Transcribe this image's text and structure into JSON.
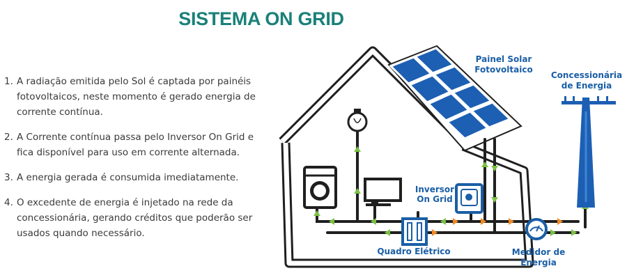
{
  "title": "SISTEMA ON GRID",
  "steps": [
    {
      "num": "1.",
      "text": "A radiação emitida pelo Sol é captada por painéis fotovoltaicos, neste momento é gerado energia de corrente contínua."
    },
    {
      "num": "2.",
      "text": "A Corrente contínua passa pelo Inversor On Grid e fica disponível para uso em corrente alternada."
    },
    {
      "num": "3.",
      "text": "A energia gerada é consumida imediatamente."
    },
    {
      "num": "4.",
      "text": "O excedente de energia é injetado na rede da concessionária, gerando créditos que poderão ser usados quando necessário."
    }
  ],
  "labels": {
    "panel": [
      "Painel Solar",
      "Fotovoltaico"
    ],
    "utility": [
      "Concessionária",
      "de Energia"
    ],
    "inverter": [
      "Inversor",
      "On Grid"
    ],
    "panel_board": "Quadro Elétrico",
    "meter": [
      "Medidor de",
      "Energia"
    ]
  },
  "colors": {
    "title": "#1a8079",
    "text": "#3a3a3a",
    "label": "#1a5ea6",
    "house_line": "#1f1f1f",
    "panel": "#1d5fb3",
    "arrow_green": "#7ac143",
    "arrow_orange": "#f08a24"
  },
  "icons": [
    "lightbulb-icon",
    "washing-machine-icon",
    "tv-icon",
    "inverter-icon",
    "electrical-panel-icon",
    "energy-meter-icon",
    "utility-pole-icon",
    "solar-panel-icon"
  ]
}
